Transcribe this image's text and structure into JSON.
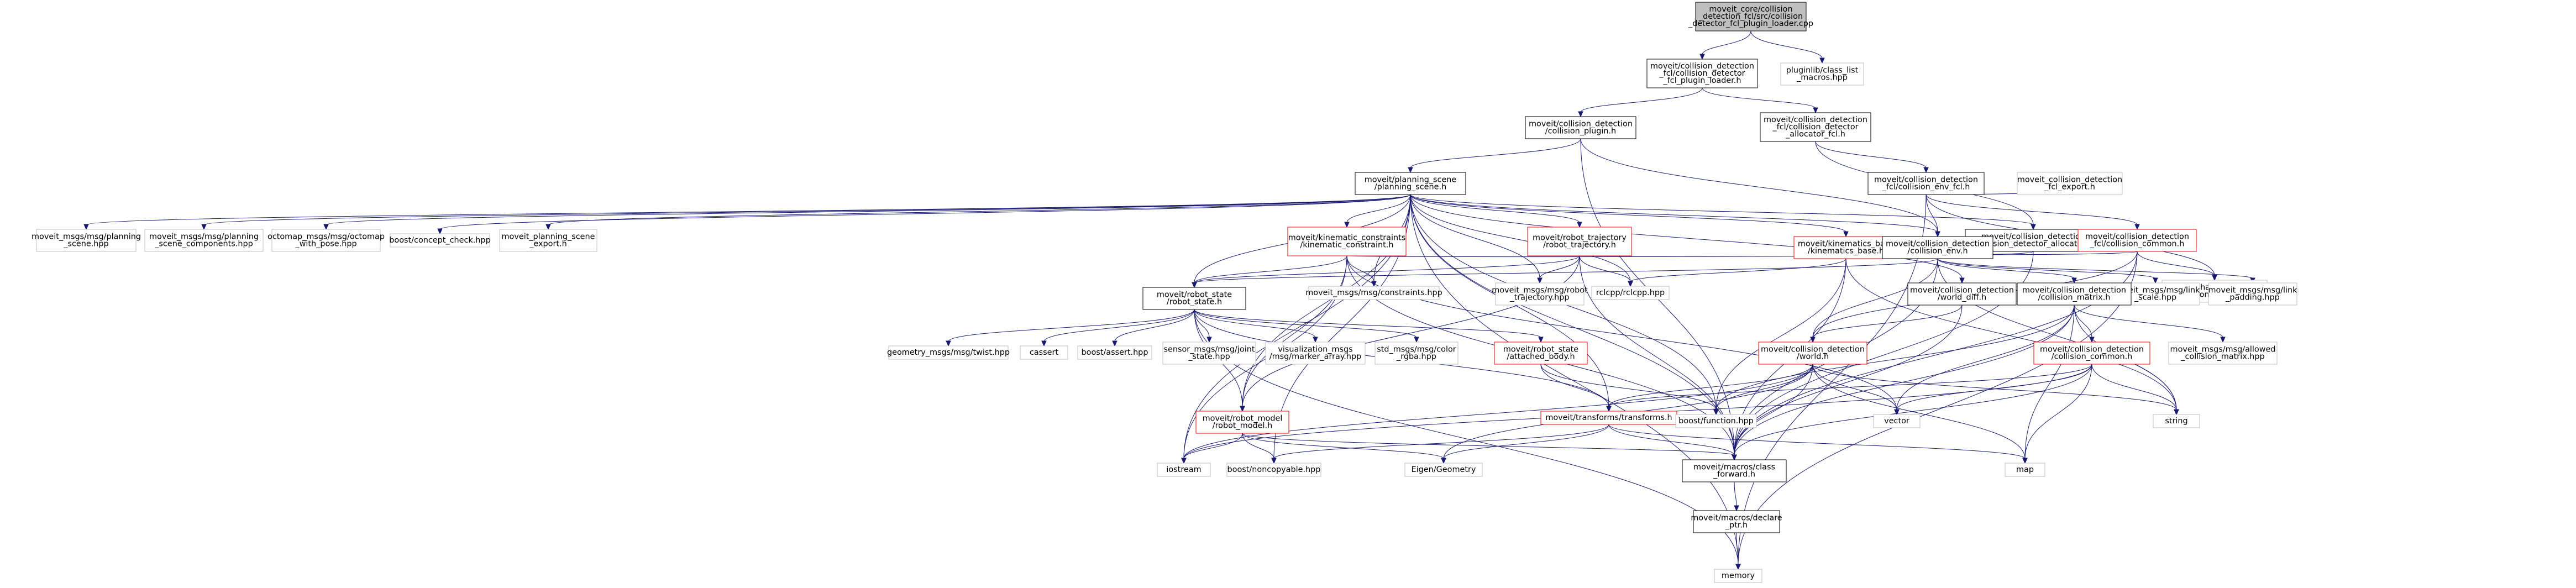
{
  "colors": {
    "edge": "#191970",
    "node_border_black": "#000000",
    "node_border_red": "#ff0000",
    "node_border_grey": "#bfbfbf",
    "node_fill_root": "#bfbfbf",
    "node_fill_default": "#ffffff"
  },
  "nodes": [
    {
      "id": "root",
      "lines": [
        "moveit_core/collision",
        "_detection_fcl/src/collision",
        "_detector_fcl_plugin_loader.cpp"
      ],
      "style": "root"
    },
    {
      "id": "plugin_loader_h",
      "lines": [
        "moveit/collision_detection",
        "_fcl/collision_detector",
        "_fcl_plugin_loader.h"
      ],
      "style": "black"
    },
    {
      "id": "class_list_macros",
      "lines": [
        "pluginlib/class_list",
        "_macros.hpp"
      ],
      "style": "grey"
    },
    {
      "id": "collision_plugin",
      "lines": [
        "moveit/collision_detection",
        "/collision_plugin.h"
      ],
      "style": "black"
    },
    {
      "id": "detector_allocator_fcl",
      "lines": [
        "moveit/collision_detection",
        "_fcl/collision_detector",
        "_allocator_fcl.h"
      ],
      "style": "black"
    },
    {
      "id": "planning_scene",
      "lines": [
        "moveit/planning_scene",
        "/planning_scene.h"
      ],
      "style": "black"
    },
    {
      "id": "collision_env_fcl",
      "lines": [
        "moveit/collision_detection",
        "_fcl/collision_env_fcl.h"
      ],
      "style": "black"
    },
    {
      "id": "fcl_export",
      "lines": [
        "moveit_collision_detection",
        "_fcl_export.h"
      ],
      "style": "grey"
    },
    {
      "id": "msg_planning_scene",
      "lines": [
        "moveit_msgs/msg/planning",
        "_scene.hpp"
      ],
      "style": "grey"
    },
    {
      "id": "msg_planning_scene_components",
      "lines": [
        "moveit_msgs/msg/planning",
        "_scene_components.hpp"
      ],
      "style": "grey"
    },
    {
      "id": "octomap_msgs",
      "lines": [
        "octomap_msgs/msg/octomap",
        "_with_pose.hpp"
      ],
      "style": "grey"
    },
    {
      "id": "concept_check",
      "lines": [
        "boost/concept_check.hpp"
      ],
      "style": "grey"
    },
    {
      "id": "planning_scene_export",
      "lines": [
        "moveit_planning_scene",
        "_export.h"
      ],
      "style": "grey"
    },
    {
      "id": "kinematic_constraint",
      "lines": [
        "moveit/kinematic_constraints",
        "/kinematic_constraint.h"
      ],
      "style": "red"
    },
    {
      "id": "robot_trajectory",
      "lines": [
        "moveit/robot_trajectory",
        "/robot_trajectory.h"
      ],
      "style": "red"
    },
    {
      "id": "kinematics_base",
      "lines": [
        "moveit/kinematics_base",
        "/kinematics_base.h"
      ],
      "style": "red"
    },
    {
      "id": "world_diff",
      "lines": [
        "moveit/collision_detection",
        "/world_diff.h"
      ],
      "style": "black"
    },
    {
      "id": "detector_allocator",
      "lines": [
        "moveit/collision_detection",
        "/collision_detector_allocator.h"
      ],
      "style": "black"
    },
    {
      "id": "collision_common_fcl",
      "lines": [
        "moveit/collision_detection",
        "_fcl/collision_common.h"
      ],
      "style": "red"
    },
    {
      "id": "collision_env",
      "lines": [
        "moveit/collision_detection",
        "/collision_env.h"
      ],
      "style": "black"
    },
    {
      "id": "broadphase",
      "lines": [
        "fcl/broadphase/broadphase",
        "_collision_manager.h"
      ],
      "style": "grey"
    },
    {
      "id": "constraints_hpp",
      "lines": [
        "moveit_msgs/msg/constraints.hpp"
      ],
      "style": "grey"
    },
    {
      "id": "robot_trajectory_msg",
      "lines": [
        "moveit_msgs/msg/robot",
        "_trajectory.hpp"
      ],
      "style": "grey"
    },
    {
      "id": "rclcpp",
      "lines": [
        "rclcpp/rclcpp.hpp"
      ],
      "style": "grey"
    },
    {
      "id": "link_scale",
      "lines": [
        "moveit_msgs/msg/link",
        "_scale.hpp"
      ],
      "style": "grey"
    },
    {
      "id": "link_padding",
      "lines": [
        "moveit_msgs/msg/link",
        "_padding.hpp"
      ],
      "style": "grey"
    },
    {
      "id": "robot_state",
      "lines": [
        "moveit/robot_state",
        "/robot_state.h"
      ],
      "style": "black"
    },
    {
      "id": "collision_matrix",
      "lines": [
        "moveit/collision_detection",
        "/collision_matrix.h"
      ],
      "style": "black"
    },
    {
      "id": "twist",
      "lines": [
        "geometry_msgs/msg/twist.hpp"
      ],
      "style": "grey"
    },
    {
      "id": "cassert",
      "lines": [
        "cassert"
      ],
      "style": "grey"
    },
    {
      "id": "boost_assert",
      "lines": [
        "boost/assert.hpp"
      ],
      "style": "grey"
    },
    {
      "id": "joint_state",
      "lines": [
        "sensor_msgs/msg/joint",
        "_state.hpp"
      ],
      "style": "grey"
    },
    {
      "id": "marker_array",
      "lines": [
        "visualization_msgs",
        "/msg/marker_array.hpp"
      ],
      "style": "grey"
    },
    {
      "id": "color_rgba",
      "lines": [
        "std_msgs/msg/color",
        "_rgba.hpp"
      ],
      "style": "grey"
    },
    {
      "id": "attached_body",
      "lines": [
        "moveit/robot_state",
        "/attached_body.h"
      ],
      "style": "red"
    },
    {
      "id": "world",
      "lines": [
        "moveit/collision_detection",
        "/world.h"
      ],
      "style": "red"
    },
    {
      "id": "collision_common",
      "lines": [
        "moveit/collision_detection",
        "/collision_common.h"
      ],
      "style": "red"
    },
    {
      "id": "allowed_collision_matrix",
      "lines": [
        "moveit_msgs/msg/allowed",
        "_collision_matrix.hpp"
      ],
      "style": "grey"
    },
    {
      "id": "robot_model",
      "lines": [
        "moveit/robot_model",
        "/robot_model.h"
      ],
      "style": "red"
    },
    {
      "id": "transforms",
      "lines": [
        "moveit/transforms/transforms.h"
      ],
      "style": "red"
    },
    {
      "id": "boost_function",
      "lines": [
        "boost/function.hpp"
      ],
      "style": "grey"
    },
    {
      "id": "vector",
      "lines": [
        "vector"
      ],
      "style": "grey"
    },
    {
      "id": "string",
      "lines": [
        "string"
      ],
      "style": "grey"
    },
    {
      "id": "iostream",
      "lines": [
        "iostream"
      ],
      "style": "grey"
    },
    {
      "id": "noncopyable",
      "lines": [
        "boost/noncopyable.hpp"
      ],
      "style": "grey"
    },
    {
      "id": "eigen_geometry",
      "lines": [
        "Eigen/Geometry"
      ],
      "style": "grey"
    },
    {
      "id": "class_forward",
      "lines": [
        "moveit/macros/class",
        "_forward.h"
      ],
      "style": "black"
    },
    {
      "id": "map",
      "lines": [
        "map"
      ],
      "style": "grey"
    },
    {
      "id": "declare_ptr",
      "lines": [
        "moveit/macros/declare",
        "_ptr.h"
      ],
      "style": "black"
    },
    {
      "id": "memory",
      "lines": [
        "memory"
      ],
      "style": "grey"
    }
  ],
  "edges": [
    [
      "root",
      "plugin_loader_h"
    ],
    [
      "root",
      "class_list_macros"
    ],
    [
      "plugin_loader_h",
      "collision_plugin"
    ],
    [
      "plugin_loader_h",
      "detector_allocator_fcl"
    ],
    [
      "collision_plugin",
      "planning_scene"
    ],
    [
      "collision_plugin",
      "collision_env"
    ],
    [
      "collision_plugin",
      "class_forward"
    ],
    [
      "detector_allocator_fcl",
      "collision_env_fcl"
    ],
    [
      "detector_allocator_fcl",
      "detector_allocator"
    ],
    [
      "collision_env_fcl",
      "collision_env"
    ],
    [
      "collision_env_fcl",
      "collision_common_fcl"
    ],
    [
      "collision_env_fcl",
      "broadphase"
    ],
    [
      "collision_env_fcl",
      "fcl_export"
    ],
    [
      "collision_env_fcl",
      "memory"
    ],
    [
      "planning_scene",
      "msg_planning_scene"
    ],
    [
      "planning_scene",
      "msg_planning_scene_components"
    ],
    [
      "planning_scene",
      "octomap_msgs"
    ],
    [
      "planning_scene",
      "concept_check"
    ],
    [
      "planning_scene",
      "planning_scene_export"
    ],
    [
      "planning_scene",
      "kinematic_constraint"
    ],
    [
      "planning_scene",
      "robot_trajectory"
    ],
    [
      "planning_scene",
      "kinematics_base"
    ],
    [
      "planning_scene",
      "world_diff"
    ],
    [
      "planning_scene",
      "detector_allocator"
    ],
    [
      "planning_scene",
      "collision_env"
    ],
    [
      "planning_scene",
      "constraints_hpp"
    ],
    [
      "planning_scene",
      "robot_trajectory_msg"
    ],
    [
      "planning_scene",
      "rclcpp"
    ],
    [
      "planning_scene",
      "robot_state"
    ],
    [
      "planning_scene",
      "robot_model"
    ],
    [
      "planning_scene",
      "transforms"
    ],
    [
      "planning_scene",
      "boost_function"
    ],
    [
      "planning_scene",
      "noncopyable"
    ],
    [
      "planning_scene",
      "class_forward"
    ],
    [
      "planning_scene",
      "memory"
    ],
    [
      "planning_scene",
      "iostream"
    ],
    [
      "kinematic_constraint",
      "constraints_hpp"
    ],
    [
      "kinematic_constraint",
      "robot_state"
    ],
    [
      "kinematic_constraint",
      "collision_env"
    ],
    [
      "kinematic_constraint",
      "robot_model"
    ],
    [
      "kinematic_constraint",
      "iostream"
    ],
    [
      "kinematic_constraint",
      "class_forward"
    ],
    [
      "kinematic_constraint",
      "vector"
    ],
    [
      "robot_trajectory",
      "robot_trajectory_msg"
    ],
    [
      "robot_trajectory",
      "robot_state"
    ],
    [
      "robot_trajectory",
      "robot_model"
    ],
    [
      "robot_trajectory",
      "rclcpp"
    ],
    [
      "robot_trajectory",
      "class_forward"
    ],
    [
      "kinematics_base",
      "rclcpp"
    ],
    [
      "kinematics_base",
      "class_forward"
    ],
    [
      "kinematics_base",
      "boost_function"
    ],
    [
      "kinematics_base",
      "string"
    ],
    [
      "world_diff",
      "world"
    ],
    [
      "world_diff",
      "class_forward"
    ],
    [
      "detector_allocator",
      "collision_env"
    ],
    [
      "detector_allocator",
      "class_forward"
    ],
    [
      "collision_common_fcl",
      "collision_env"
    ],
    [
      "collision_common_fcl",
      "world"
    ],
    [
      "collision_common_fcl",
      "broadphase"
    ],
    [
      "collision_common_fcl",
      "class_forward"
    ],
    [
      "collision_common_fcl",
      "memory"
    ],
    [
      "collision_env",
      "collision_matrix"
    ],
    [
      "collision_env",
      "world"
    ],
    [
      "collision_env",
      "robot_state"
    ],
    [
      "collision_env",
      "link_scale"
    ],
    [
      "collision_env",
      "link_padding"
    ],
    [
      "collision_env",
      "class_forward"
    ],
    [
      "collision_env",
      "string"
    ],
    [
      "robot_state",
      "robot_model"
    ],
    [
      "robot_state",
      "attached_body"
    ],
    [
      "robot_state",
      "transforms"
    ],
    [
      "robot_state",
      "twist"
    ],
    [
      "robot_state",
      "cassert"
    ],
    [
      "robot_state",
      "boost_assert"
    ],
    [
      "robot_state",
      "joint_state"
    ],
    [
      "robot_state",
      "marker_array"
    ],
    [
      "robot_state",
      "color_rgba"
    ],
    [
      "robot_state",
      "memory"
    ],
    [
      "collision_matrix",
      "collision_common"
    ],
    [
      "collision_matrix",
      "allowed_collision_matrix"
    ],
    [
      "collision_matrix",
      "class_forward"
    ],
    [
      "collision_matrix",
      "boost_function"
    ],
    [
      "collision_matrix",
      "vector"
    ],
    [
      "collision_matrix",
      "string"
    ],
    [
      "collision_matrix",
      "map"
    ],
    [
      "attached_body",
      "transforms"
    ],
    [
      "attached_body",
      "boost_function"
    ],
    [
      "world",
      "transforms"
    ],
    [
      "world",
      "class_forward"
    ],
    [
      "world",
      "eigen_geometry"
    ],
    [
      "world",
      "boost_function"
    ],
    [
      "world",
      "vector"
    ],
    [
      "world",
      "string"
    ],
    [
      "world",
      "map"
    ],
    [
      "world",
      "iostream"
    ],
    [
      "collision_common",
      "transforms"
    ],
    [
      "collision_common",
      "class_forward"
    ],
    [
      "collision_common",
      "vector"
    ],
    [
      "collision_common",
      "string"
    ],
    [
      "collision_common",
      "map"
    ],
    [
      "collision_common",
      "iostream"
    ],
    [
      "robot_model",
      "class_forward"
    ],
    [
      "robot_model",
      "iostream"
    ],
    [
      "robot_model",
      "noncopyable"
    ],
    [
      "robot_model",
      "eigen_geometry"
    ],
    [
      "transforms",
      "class_forward"
    ],
    [
      "transforms",
      "noncopyable"
    ],
    [
      "transforms",
      "eigen_geometry"
    ],
    [
      "transforms",
      "map"
    ],
    [
      "class_forward",
      "declare_ptr"
    ],
    [
      "declare_ptr",
      "memory"
    ]
  ]
}
